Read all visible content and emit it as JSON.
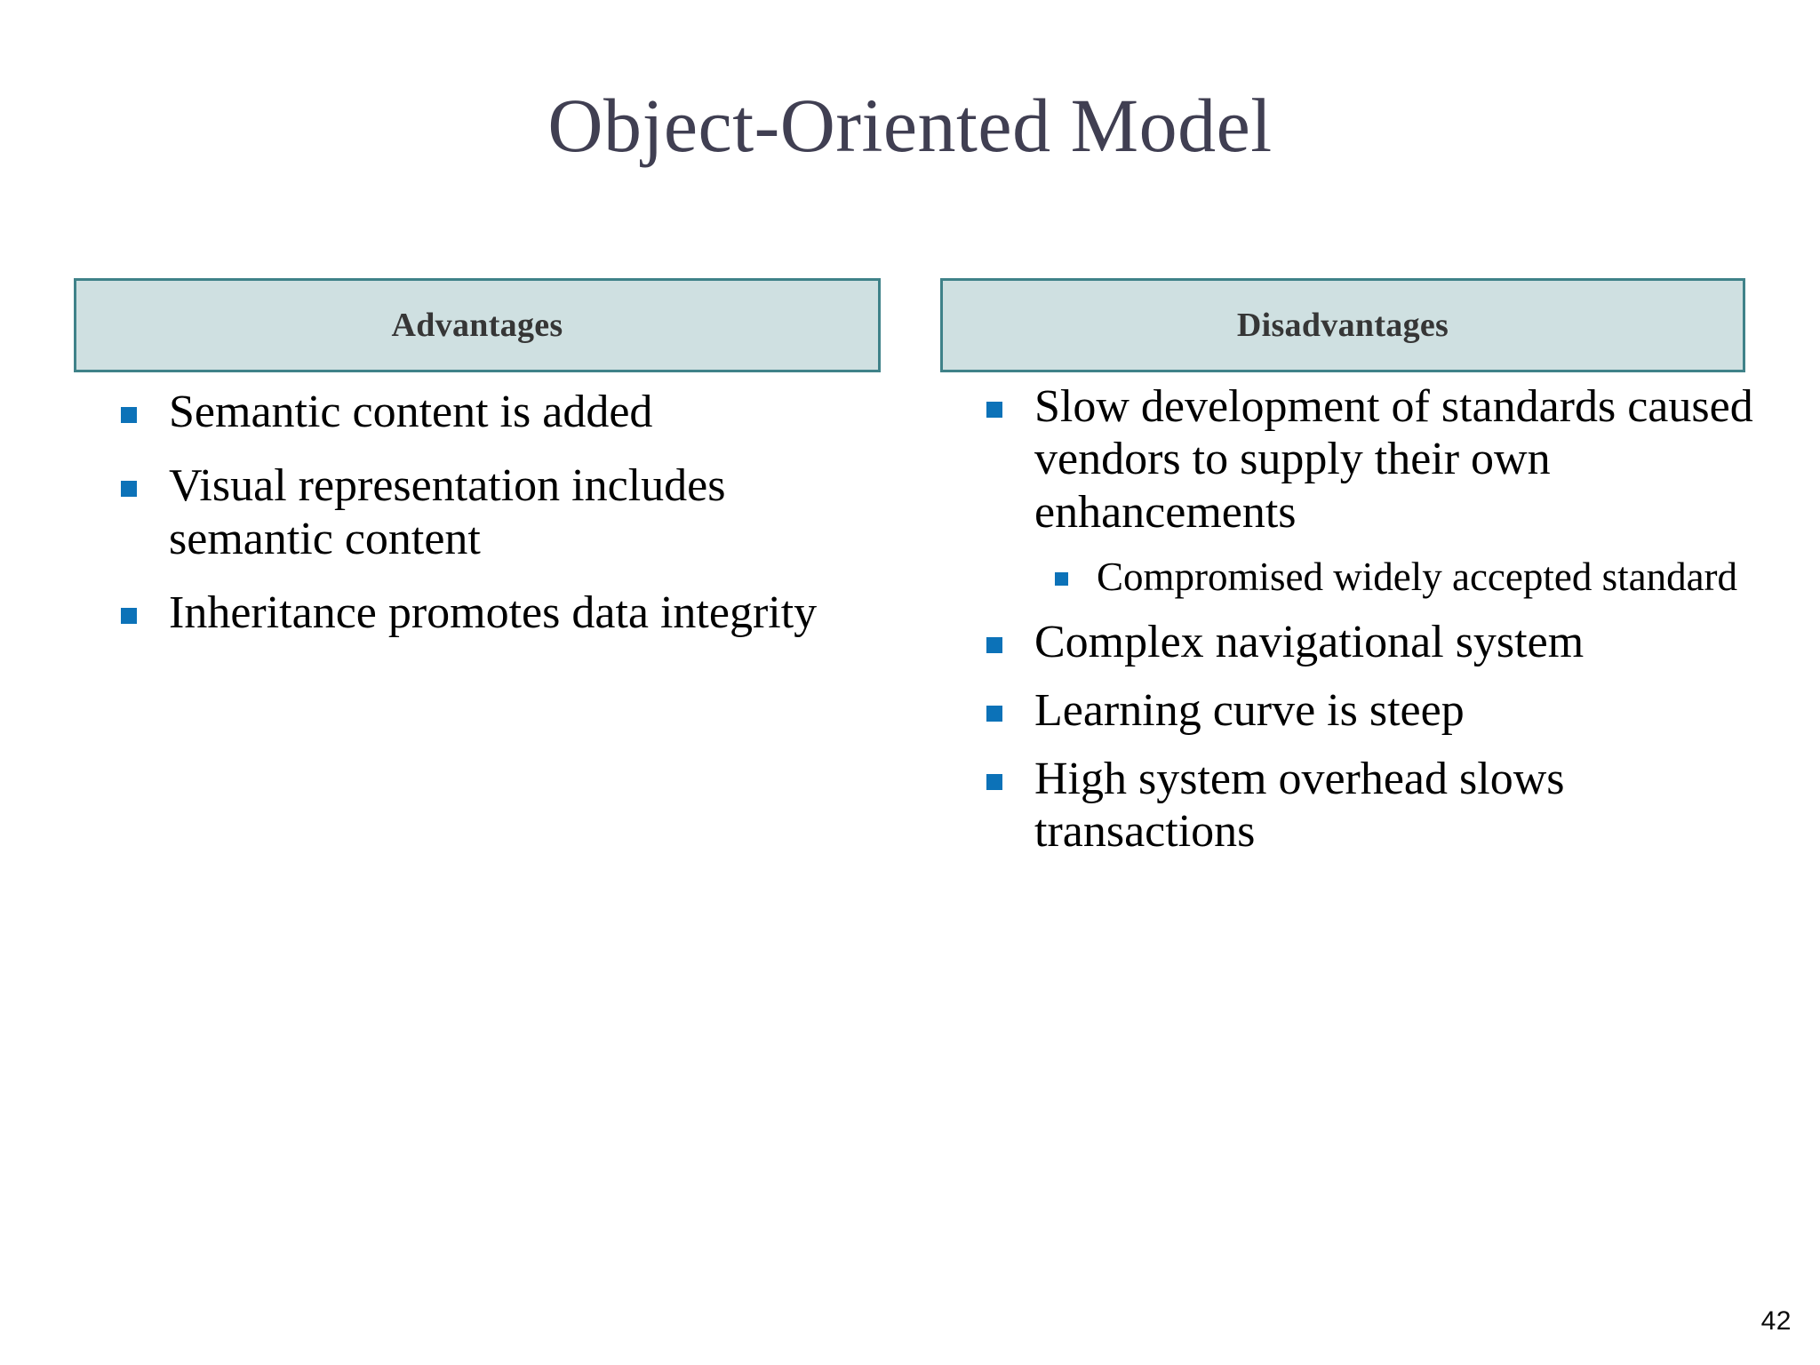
{
  "slide": {
    "title": "Object-Oriented Model",
    "page_number": "42",
    "title_color": "#403F52",
    "bullet_color": "#0C72B8",
    "header_fill": "#CFE0E1",
    "header_border": "#3F8289",
    "body_text_color": "#000000"
  },
  "columns": {
    "advantages": {
      "header": "Advantages",
      "items": [
        {
          "level": 1,
          "text": "Semantic content is added"
        },
        {
          "level": 1,
          "text": "Visual representation includes semantic content"
        },
        {
          "level": 1,
          "text": "Inheritance promotes data integrity"
        }
      ]
    },
    "disadvantages": {
      "header": "Disadvantages",
      "items": [
        {
          "level": 1,
          "text": "Slow development of standards caused vendors to supply their own enhancements"
        },
        {
          "level": 2,
          "text": "Compromised widely accepted standard"
        },
        {
          "level": 1,
          "text": "Complex navigational system"
        },
        {
          "level": 1,
          "text": "Learning curve is steep"
        },
        {
          "level": 1,
          "text": "High system overhead slows transactions"
        }
      ]
    }
  }
}
